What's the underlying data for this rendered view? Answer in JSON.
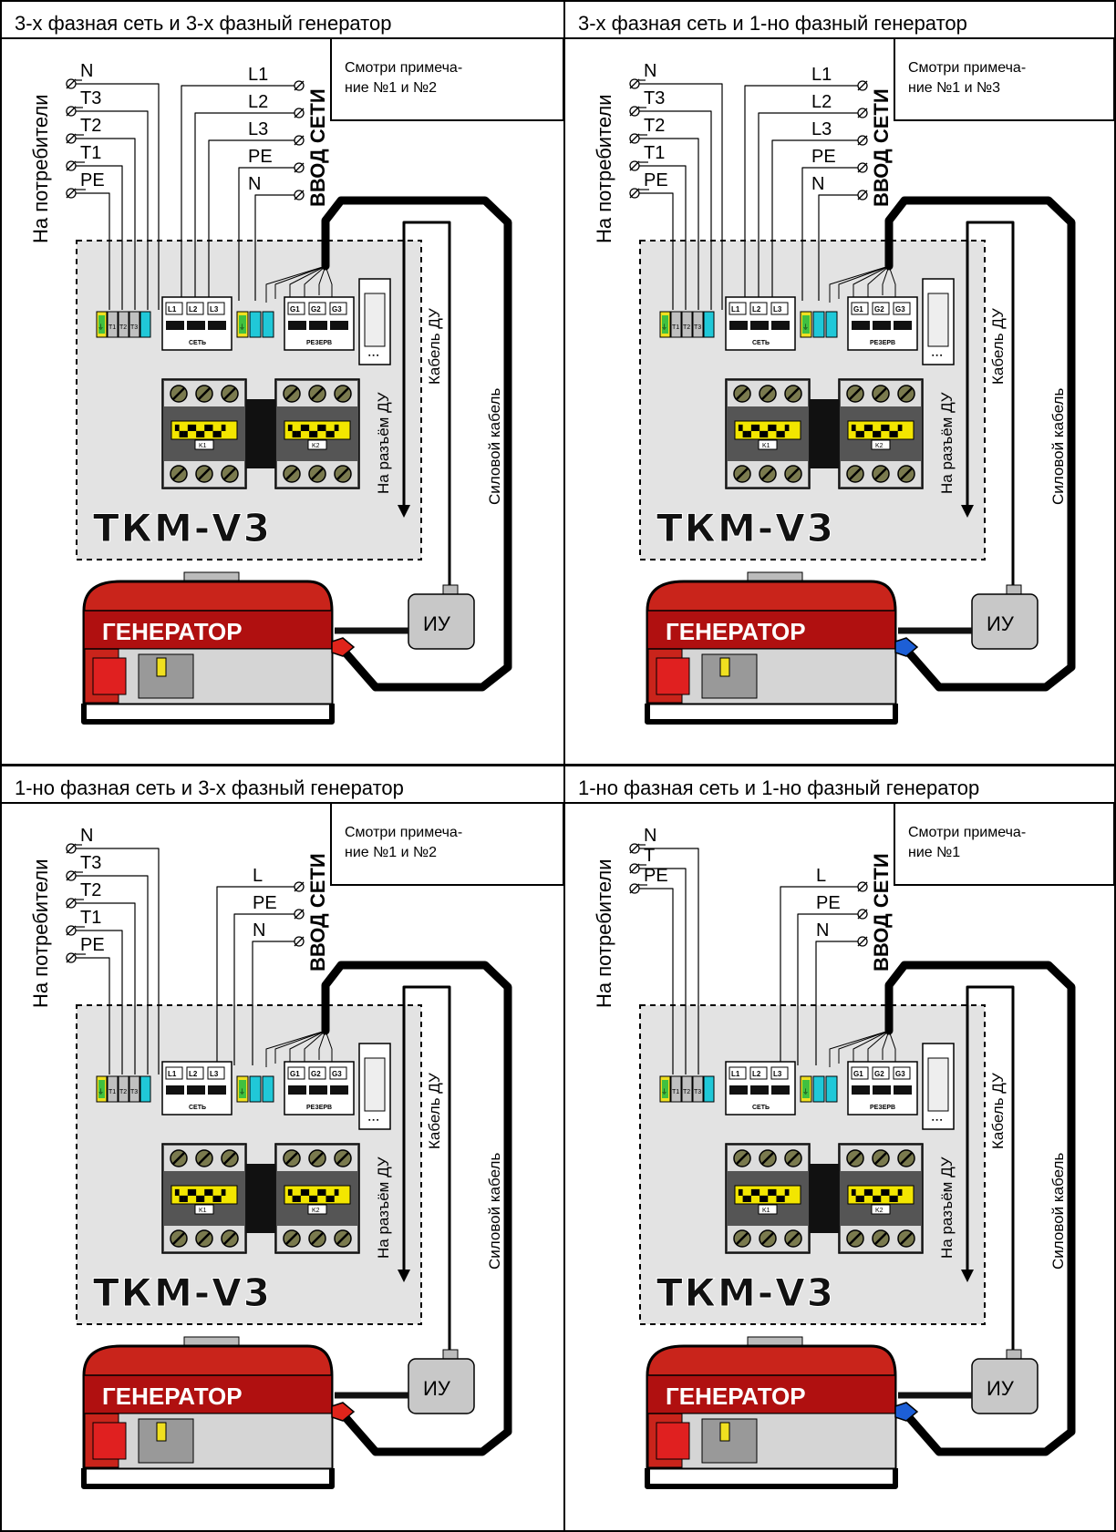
{
  "panels": [
    {
      "title": "3-х фазная сеть и 3-х фазный генератор",
      "note": [
        "Смотри примеча-",
        "ние №1 и №2"
      ],
      "consumers_label": "На потребители",
      "input_label": "ВВОД СЕТИ",
      "consumer_terminals": [
        "N",
        "T3",
        "T2",
        "T1",
        "PE"
      ],
      "input_terminals": [
        "L1",
        "L2",
        "L3",
        "PE",
        "N"
      ],
      "din_left_labels": [
        "⏚",
        "T1",
        "T2",
        "T3",
        ""
      ],
      "breaker_main": {
        "poles": [
          "L1",
          "L2",
          "L3"
        ],
        "label": "СЕТЬ"
      },
      "din_mid_labels": [
        "⏚",
        "",
        ""
      ],
      "breaker_reserve": {
        "poles": [
          "G1",
          "G2",
          "G3"
        ],
        "label": "РЕЗЕРВ"
      },
      "contactor_labels": [
        "K1",
        "K2"
      ],
      "remote_connector_label": "На разъём ДУ",
      "remote_cable_label": "Кабель ДУ",
      "power_cable_label": "Силовой кабель",
      "device_label": "ТКМ-V3",
      "generator_label": "ГЕНЕРАТОР",
      "iu_label": "ИУ",
      "plug_color": "#e0241b"
    },
    {
      "title": "3-х фазная сеть и 1-но фазный генератор",
      "note": [
        "Смотри примеча-",
        "ние №1 и №3"
      ],
      "consumers_label": "На потребители",
      "input_label": "ВВОД СЕТИ",
      "consumer_terminals": [
        "N",
        "T3",
        "T2",
        "T1",
        "PE"
      ],
      "input_terminals": [
        "L1",
        "L2",
        "L3",
        "PE",
        "N"
      ],
      "din_left_labels": [
        "⏚",
        "T1",
        "T2",
        "T3",
        ""
      ],
      "breaker_main": {
        "poles": [
          "L1",
          "L2",
          "L3"
        ],
        "label": "СЕТЬ"
      },
      "din_mid_labels": [
        "⏚",
        "",
        ""
      ],
      "breaker_reserve": {
        "poles": [
          "G1",
          "G2",
          "G3"
        ],
        "label": "РЕЗЕРВ"
      },
      "contactor_labels": [
        "K1",
        "K2"
      ],
      "remote_connector_label": "На разъём ДУ",
      "remote_cable_label": "Кабель ДУ",
      "power_cable_label": "Силовой кабель",
      "device_label": "ТКМ-V3",
      "generator_label": "ГЕНЕРАТОР",
      "iu_label": "ИУ",
      "plug_color": "#1d5fd6"
    },
    {
      "title": "1-но фазная сеть и 3-х фазный генератор",
      "note": [
        "Смотри примеча-",
        "ние №1 и №2"
      ],
      "consumers_label": "На потребители",
      "input_label": "ВВОД СЕТИ",
      "consumer_terminals": [
        "N",
        "T3",
        "T2",
        "T1",
        "PE"
      ],
      "input_terminals": [
        "L",
        "PE",
        "N"
      ],
      "din_left_labels": [
        "⏚",
        "T1",
        "T2",
        "T3",
        ""
      ],
      "breaker_main": {
        "poles": [
          "L1",
          "L2",
          "L3"
        ],
        "label": "СЕТЬ"
      },
      "din_mid_labels": [
        "⏚",
        "",
        ""
      ],
      "breaker_reserve": {
        "poles": [
          "G1",
          "G2",
          "G3"
        ],
        "label": "РЕЗЕРВ"
      },
      "contactor_labels": [
        "K1",
        "K2"
      ],
      "remote_connector_label": "На разъём ДУ",
      "remote_cable_label": "Кабель ДУ",
      "power_cable_label": "Силовой кабель",
      "device_label": "ТКМ-V3",
      "generator_label": "ГЕНЕРАТОР",
      "iu_label": "ИУ",
      "plug_color": "#e0241b"
    },
    {
      "title": "1-но фазная сеть и 1-но фазный генератор",
      "note": [
        "Смотри примеча-",
        "ние №1"
      ],
      "consumers_label": "На потребители",
      "input_label": "ВВОД СЕТИ",
      "consumer_terminals": [
        "N",
        "T",
        "PE"
      ],
      "input_terminals": [
        "L",
        "PE",
        "N"
      ],
      "din_left_labels": [
        "⏚",
        "T1",
        "T2",
        "T3",
        ""
      ],
      "breaker_main": {
        "poles": [
          "L1",
          "L2",
          "L3"
        ],
        "label": "СЕТЬ"
      },
      "din_mid_labels": [
        "⏚",
        "",
        ""
      ],
      "breaker_reserve": {
        "poles": [
          "G1",
          "G2",
          "G3"
        ],
        "label": "РЕЗЕРВ"
      },
      "contactor_labels": [
        "K1",
        "K2"
      ],
      "remote_connector_label": "На разъём ДУ",
      "remote_cable_label": "Кабель ДУ",
      "power_cable_label": "Силовой кабель",
      "device_label": "ТКМ-V3",
      "generator_label": "ГЕНЕРАТОР",
      "iu_label": "ИУ",
      "plug_color": "#1d5fd6"
    }
  ]
}
